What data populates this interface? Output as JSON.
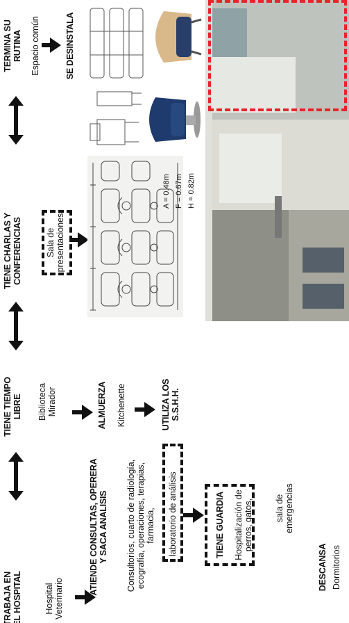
{
  "flow": {
    "col1": {
      "trabaja": "TRABAJA EN EL HOSPITAL",
      "hospital": "Hospital Veterinario",
      "atiende": "ATIENDE CONSULTAS, OPERERA Y SACA ANALISIS",
      "consultorios": "Consultorios, cuarto de radiología, ecografía, operaciones, terapias, farmacia,",
      "laboratorio": "laboratorio de análisis",
      "guardia": "TIENE GUARDIA",
      "hospitalizacion": "Hospitalización de perros, gatos,",
      "sala_emergencias": "sala de emergencias",
      "descansa": "DESCANSA",
      "dormitorios": "Dormitorios"
    },
    "col2": {
      "tiempo_libre": "TIENE TIEMPO LIBRE",
      "biblioteca": "Biblioteca Mirador",
      "almuerza": "ALMUERZA",
      "kitchenette": "Kitchenette",
      "utiliza": "UTILIZA LOS S.S.H.H."
    },
    "col3": {
      "charlas": "TIENE CHARLAS Y CONFERENCIAS",
      "sala_presentaciones": "Sala de presentaciones"
    },
    "col4": {
      "termina": "TERMINA SU RUTINA",
      "espacio": "Espacio común",
      "desinstala": "SE DESINSTALA"
    },
    "dimensions": {
      "a": "A = 0.48m",
      "f": "F = 0.67m",
      "h": "H = 0.82m"
    }
  },
  "colors": {
    "highlight": "#e8242a",
    "chair_blue": "#1f3b6e",
    "chair_beige": "#d9b98a"
  }
}
